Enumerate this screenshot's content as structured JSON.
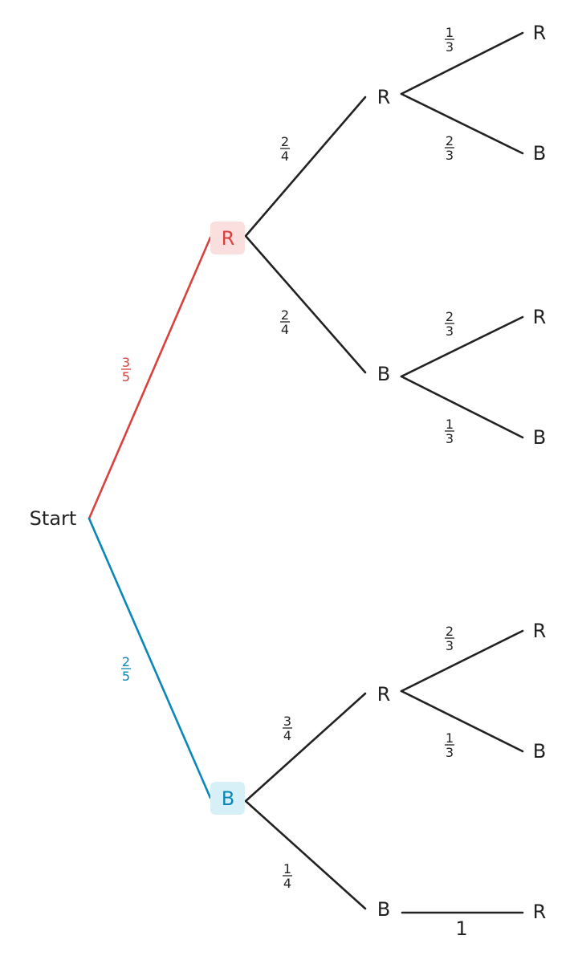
{
  "colors": {
    "red": "#d9413f",
    "red_bg": "#fbdede",
    "blue": "#0a86b8",
    "blue_bg": "#d7f0f8",
    "ink": "#222222"
  },
  "nodes": {
    "start": "Start",
    "r1": "R",
    "b1": "B",
    "rr": "R",
    "rb": "B",
    "br": "R",
    "bb": "B",
    "rrr": "R",
    "rrb": "B",
    "rbr": "R",
    "rbb": "B",
    "brr": "R",
    "brb": "B",
    "bbr": "R"
  },
  "probabilities": {
    "start_r1": {
      "num": "3",
      "den": "5"
    },
    "start_b1": {
      "num": "2",
      "den": "5"
    },
    "r1_rr": {
      "num": "2",
      "den": "4"
    },
    "r1_rb": {
      "num": "2",
      "den": "4"
    },
    "b1_br": {
      "num": "3",
      "den": "4"
    },
    "b1_bb": {
      "num": "1",
      "den": "4"
    },
    "rr_rrr": {
      "num": "1",
      "den": "3"
    },
    "rr_rrb": {
      "num": "2",
      "den": "3"
    },
    "rb_rbr": {
      "num": "2",
      "den": "3"
    },
    "rb_rbb": {
      "num": "1",
      "den": "3"
    },
    "br_brr": {
      "num": "2",
      "den": "3"
    },
    "br_brb": {
      "num": "1",
      "den": "3"
    },
    "bb_bbr": "1"
  }
}
